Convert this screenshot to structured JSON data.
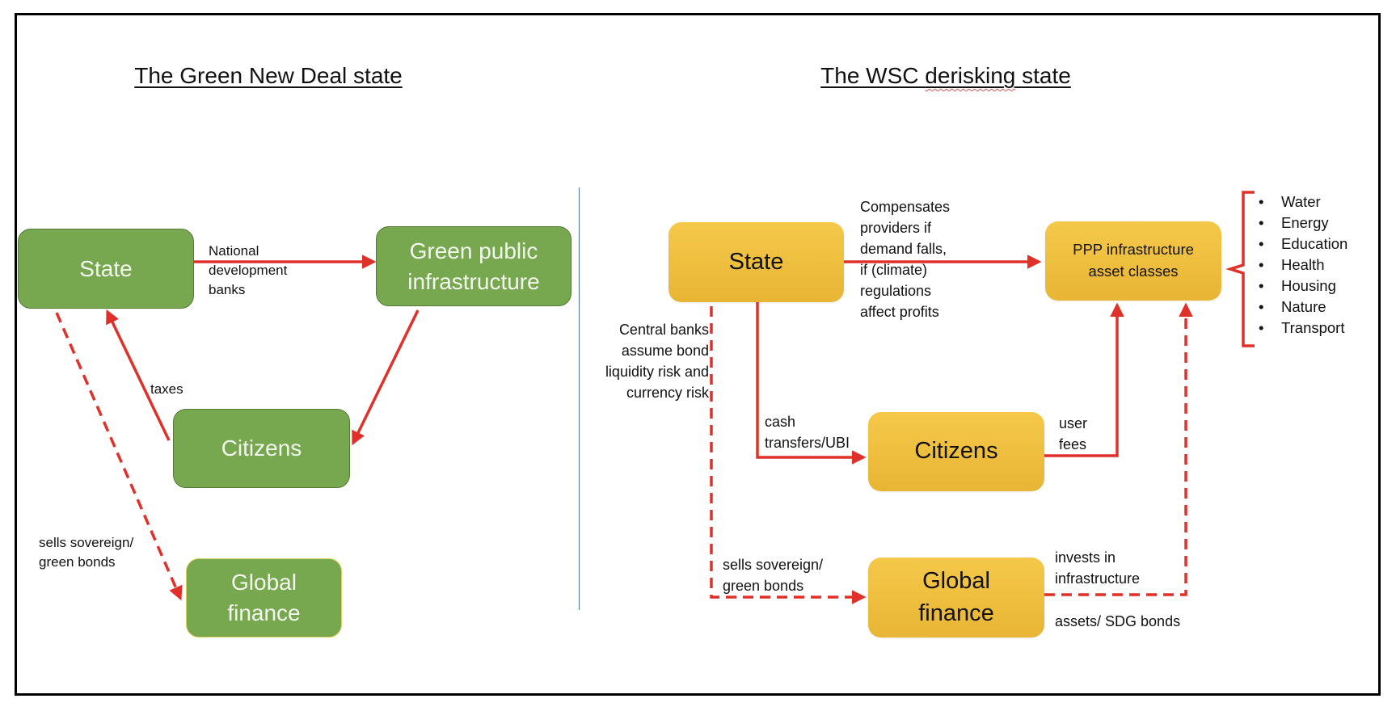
{
  "left_panel": {
    "title": "The Green New Deal state",
    "nodes": {
      "state": "State",
      "green_infra_line1": "Green public",
      "green_infra_line2": "infrastructure",
      "citizens": "Citizens",
      "global_finance_line1": "Global",
      "global_finance_line2": "finance"
    },
    "edges": {
      "state_to_infra": [
        "National",
        "development",
        "banks"
      ],
      "citizens_to_state": "taxes",
      "state_to_finance": [
        "sells sovereign/",
        "green bonds"
      ]
    }
  },
  "right_panel": {
    "title_prefix": "The WSC ",
    "title_misspelled": "derisking",
    "title_suffix": " state",
    "nodes": {
      "state": "State",
      "ppp_line1": "PPP infrastructure",
      "ppp_line2": "asset classes",
      "citizens": "Citizens",
      "global_finance_line1": "Global",
      "global_finance_line2": "finance"
    },
    "edges": {
      "state_to_ppp": [
        "Compensates",
        "providers if",
        "demand falls,",
        "if (climate)",
        "regulations",
        "affect profits"
      ],
      "central_banks": [
        "Central banks",
        "assume bond",
        "liquidity risk and",
        "currency risk"
      ],
      "state_to_citizens": [
        "cash",
        "transfers/UBI"
      ],
      "citizens_to_ppp": [
        "user",
        "fees"
      ],
      "state_to_finance": [
        "sells sovereign/",
        "green bonds"
      ],
      "finance_to_ppp": [
        "invests in",
        "infrastructure"
      ],
      "finance_assets": "assets/ SDG bonds"
    },
    "asset_classes": [
      "Water",
      "Energy",
      "Education",
      "Health",
      "Housing",
      "Nature",
      "Transport"
    ],
    "bullet": "•"
  },
  "colors": {
    "green_node": "#77a74f",
    "yellow_node": "#f2c145",
    "arrow": "#e0302a",
    "divider": "#4a6fa5"
  }
}
